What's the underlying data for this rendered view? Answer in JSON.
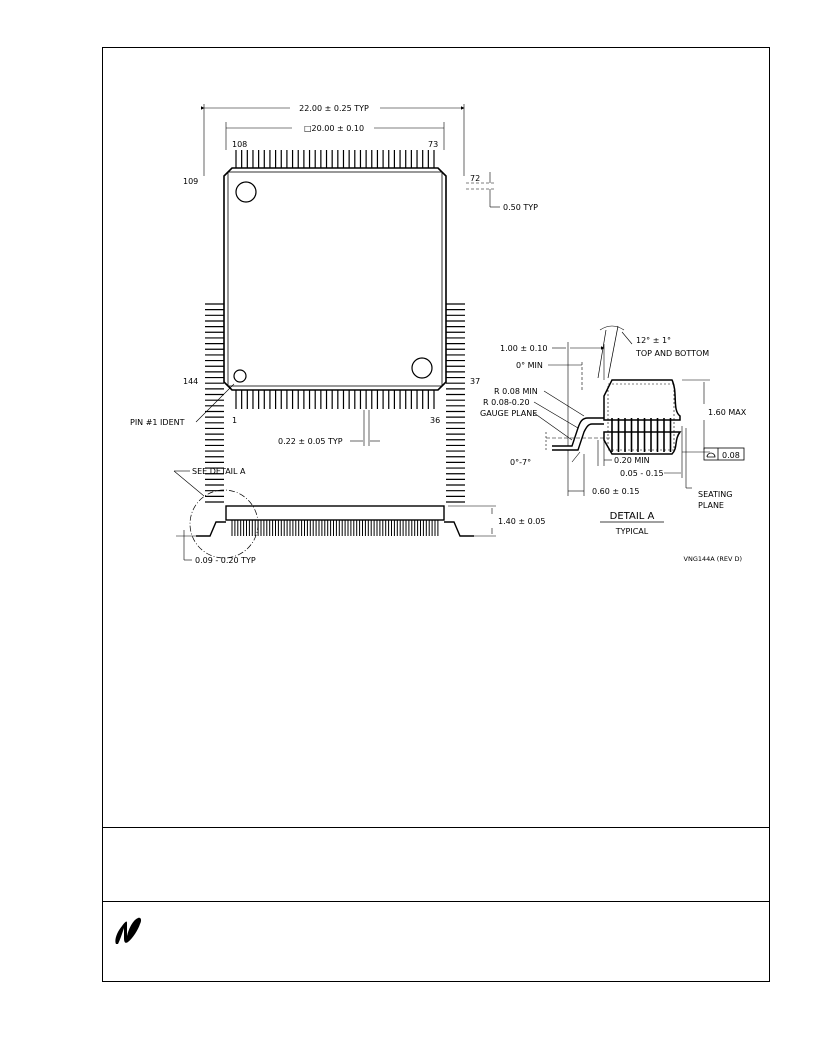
{
  "top_view": {
    "overall_dim": "22.00 ± 0.25 TYP",
    "body_dim": "□20.00 ± 0.10",
    "pin_108": "108",
    "pin_73": "73",
    "pin_109": "109",
    "pin_72": "72",
    "pin_144": "144",
    "pin_37": "37",
    "pin_1": "1",
    "pin_36": "36",
    "pitch": "0.50 TYP",
    "lead_width": "0.22 ± 0.05 TYP",
    "pin1_label": "PIN #1 IDENT"
  },
  "side_view": {
    "see_detail": "SEE DETAIL A",
    "body_height": "1.40 ± 0.05",
    "lead_thickness": "0.09 - 0.20 TYP"
  },
  "detail_a": {
    "angle": "12° ± 1°",
    "angle_note": "TOP AND BOTTOM",
    "lead_length": "1.00 ± 0.10",
    "min_angle": "0° MIN",
    "radius_min": "R 0.08 MIN",
    "radius_range": "R 0.08-0.20",
    "gauge_plane": "GAUGE PLANE",
    "max_height": "1.60 MAX",
    "coplanarity": "0.08",
    "foot_angle": "0°-7°",
    "min_length": "0.20 MIN",
    "standoff": "0.05 - 0.15",
    "foot_length": "0.60 ± 0.15",
    "seating_1": "SEATING",
    "seating_2": "PLANE",
    "title": "DETAIL A",
    "subtitle": "TYPICAL"
  },
  "drawing_number": "VNG144A (REV D)"
}
